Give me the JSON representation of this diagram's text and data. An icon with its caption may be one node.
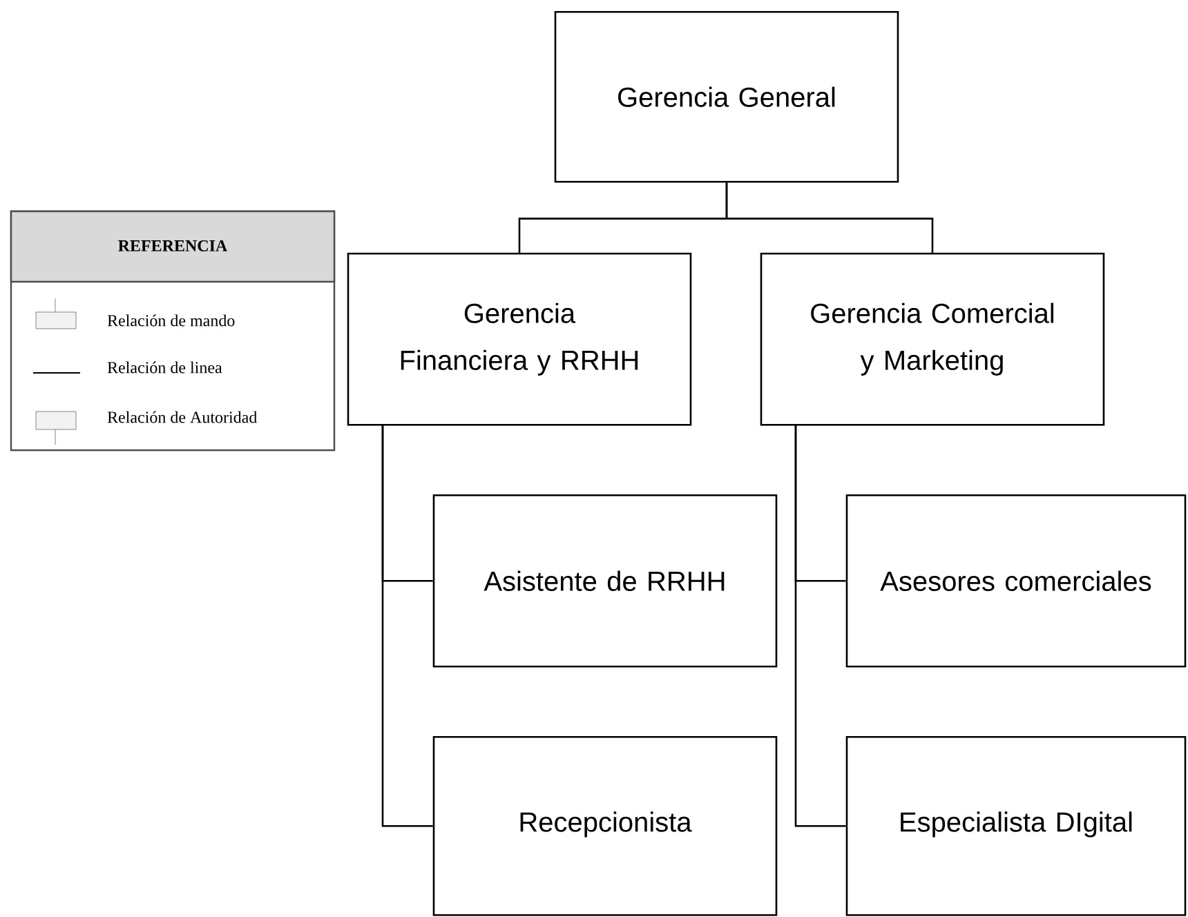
{
  "diagram": {
    "nodes": [
      {
        "text": [
          "Gerencia General"
        ]
      },
      {
        "text": [
          "Gerencia Financiera y RRHH"
        ]
      },
      {
        "text": [
          "Gerencia Comercial y Marketing"
        ]
      },
      {
        "text": [
          "Asistente de RRHH"
        ]
      },
      {
        "text": [
          "Asesores comerciales"
        ]
      },
      {
        "text": [
          "Recepcionista"
        ]
      },
      {
        "text": [
          "Especialista DIgital"
        ]
      }
    ],
    "edges": [
      {
        "from": 0,
        "to": 1,
        "arrow": "none"
      },
      {
        "from": 0,
        "to": 2,
        "arrow": "none"
      },
      {
        "from": 1,
        "to": 3,
        "arrow": "none"
      },
      {
        "from": 1,
        "to": 5,
        "arrow": "none"
      },
      {
        "from": 2,
        "to": 4,
        "arrow": "none"
      },
      {
        "from": 2,
        "to": 6,
        "arrow": "none"
      }
    ],
    "labels": [
      "REFERENCIA"
    ],
    "legend": [
      {
        "text": "Relación de mando"
      },
      {
        "text": "Relación de linea"
      },
      {
        "text": "Relación de Autoridad"
      }
    ]
  }
}
